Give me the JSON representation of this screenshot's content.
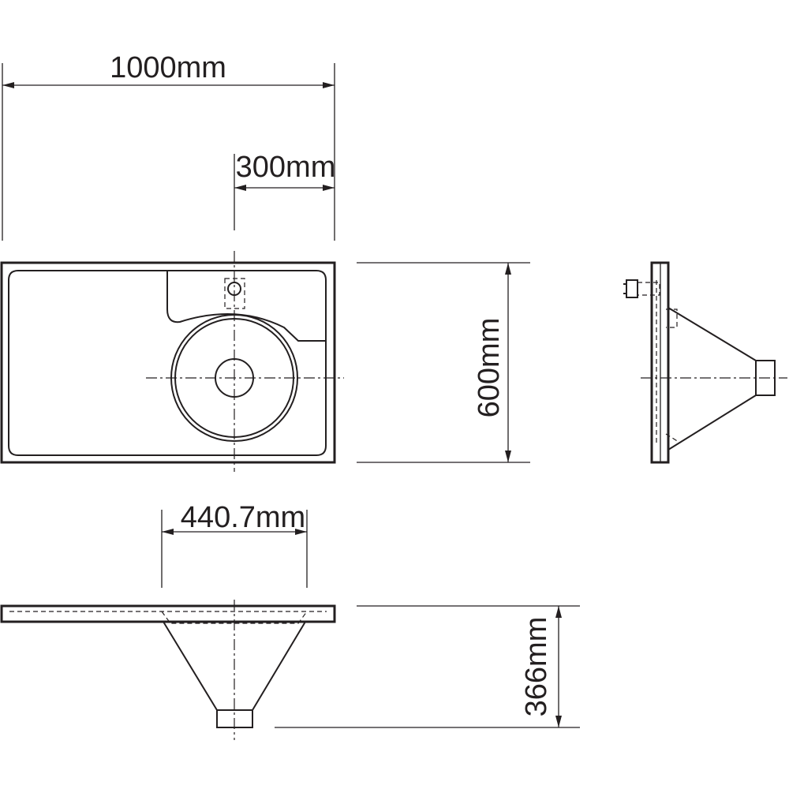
{
  "dimensions": {
    "overall_width": "1000mm",
    "drain_offset": "300mm",
    "depth": "600mm",
    "bowl_width": "440.7mm",
    "height": "366mm"
  },
  "colors": {
    "line": "#231f20",
    "background": "#ffffff"
  }
}
